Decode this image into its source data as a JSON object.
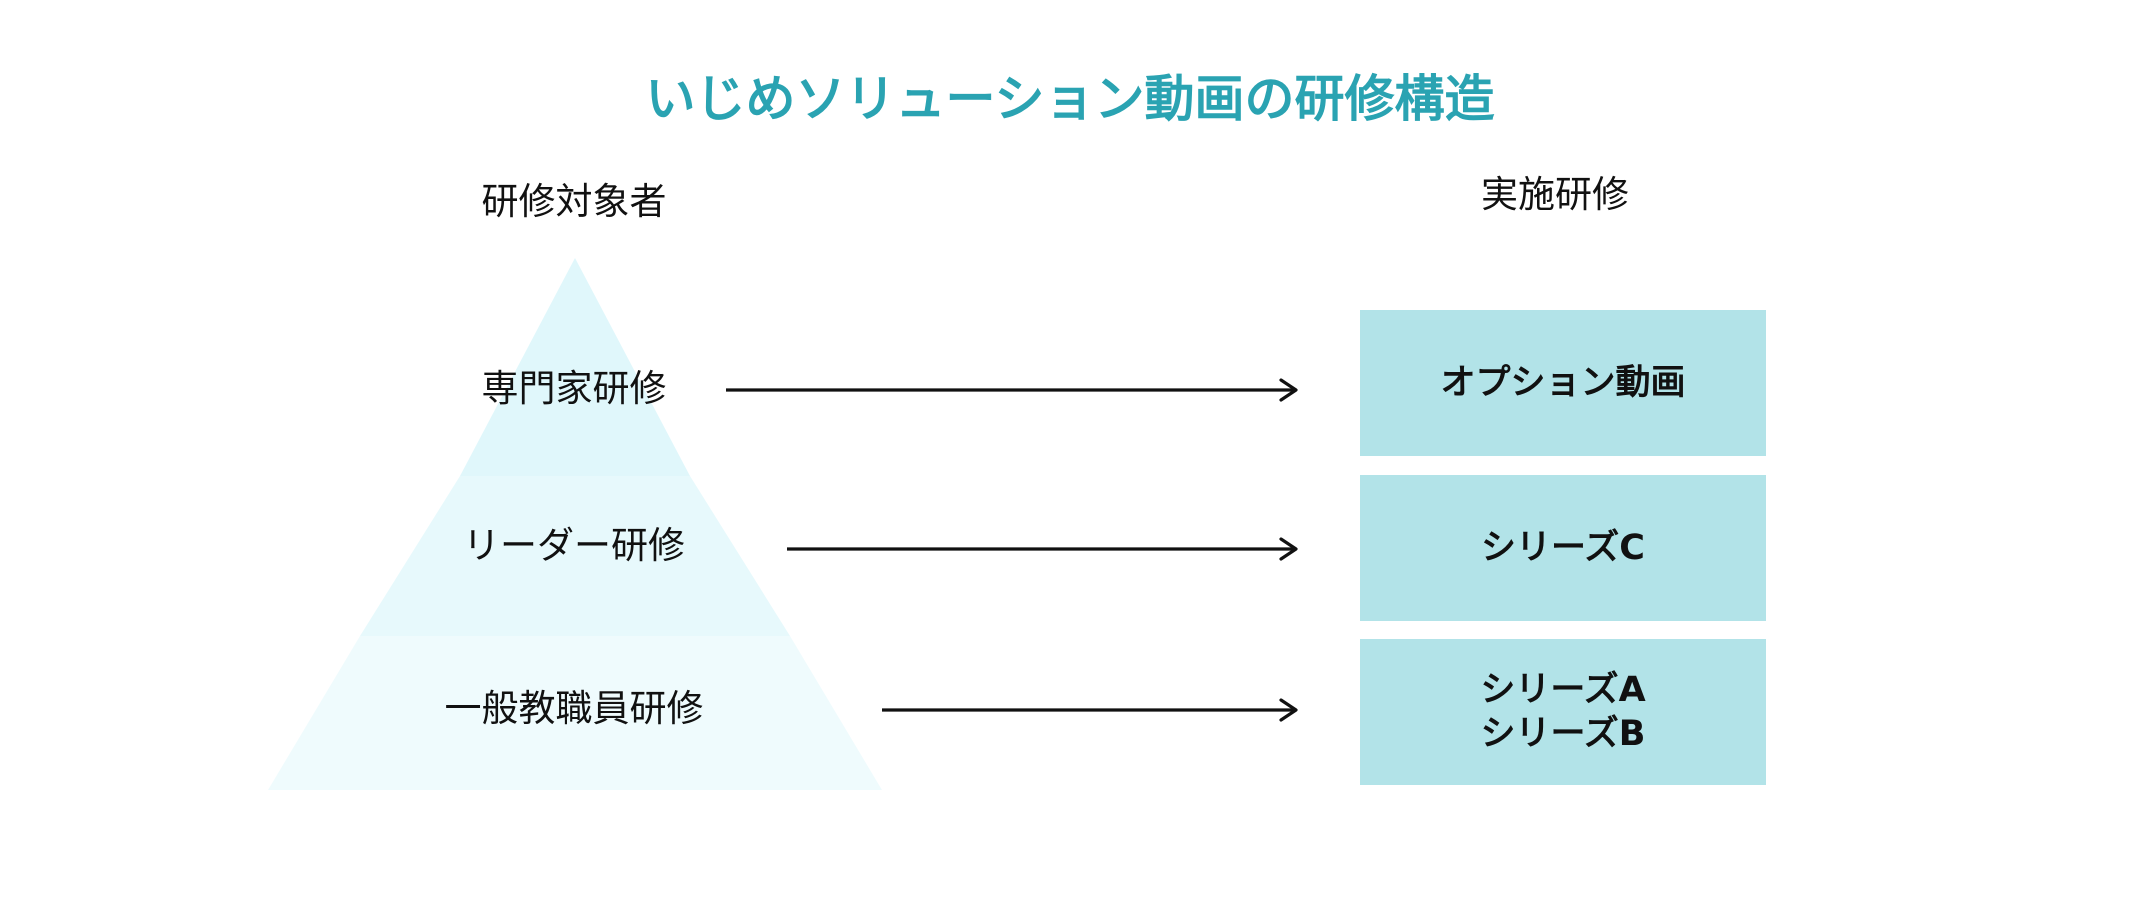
{
  "title": "いじめソリューション動画の研修構造",
  "colors": {
    "title": "#2aa3b2",
    "box_fill": "#b2e3e8",
    "tier_1_fill": "#e0f7fb",
    "tier_2_fill": "#e7f9fc",
    "tier_3_fill": "#effbfd",
    "arrow": "#111111"
  },
  "left_heading": "研修対象者",
  "right_heading": "実施研修",
  "tiers": [
    {
      "label": "専門家研修"
    },
    {
      "label": "リーダー研修"
    },
    {
      "label": "一般教職員研修"
    }
  ],
  "trainings": [
    {
      "lines": [
        "オプション動画"
      ]
    },
    {
      "lines": [
        "シリーズC"
      ]
    },
    {
      "lines": [
        "シリーズA",
        "シリーズB"
      ]
    }
  ]
}
